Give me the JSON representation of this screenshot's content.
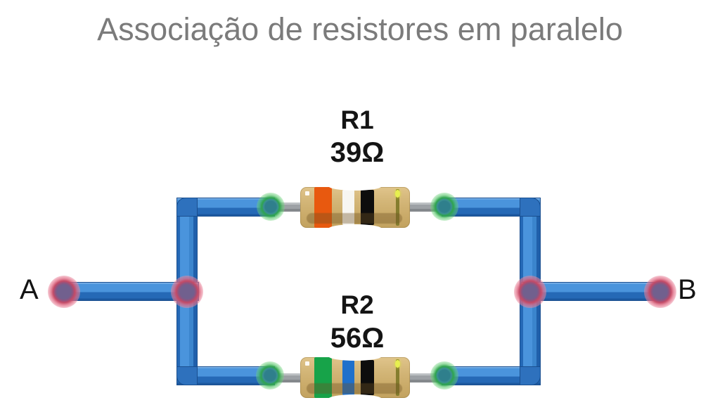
{
  "title": "Associação de resistores em paralelo",
  "terminals": {
    "left": {
      "label": "A"
    },
    "right": {
      "label": "B"
    }
  },
  "resistors": [
    {
      "name": "R1",
      "value": "39Ω",
      "bands": [
        {
          "color": "orange",
          "hex": "#e8590f"
        },
        {
          "color": "white",
          "hex": "#f7f6f2"
        },
        {
          "color": "black",
          "hex": "#0d0d0d"
        },
        {
          "color": "gold",
          "hex": "#857d2e"
        }
      ]
    },
    {
      "name": "R2",
      "value": "56Ω",
      "bands": [
        {
          "color": "green",
          "hex": "#17a349"
        },
        {
          "color": "blue",
          "hex": "#1f70cb"
        },
        {
          "color": "black",
          "hex": "#0d0d0d"
        },
        {
          "color": "gold",
          "hex": "#857d2e"
        }
      ]
    }
  ],
  "colors": {
    "wire": "#4a94dc",
    "wire_shadow": "#2569b6",
    "lead": "#9da1a5",
    "resistor_body": "#d2b577",
    "terminal_node_ring": "#c34a66",
    "terminal_node_core": "#71608e",
    "connector_node_ring": "#2fa44e",
    "connector_node_core": "#2f7f8c",
    "title_text": "#7b7b7b",
    "label_text": "#141414"
  }
}
